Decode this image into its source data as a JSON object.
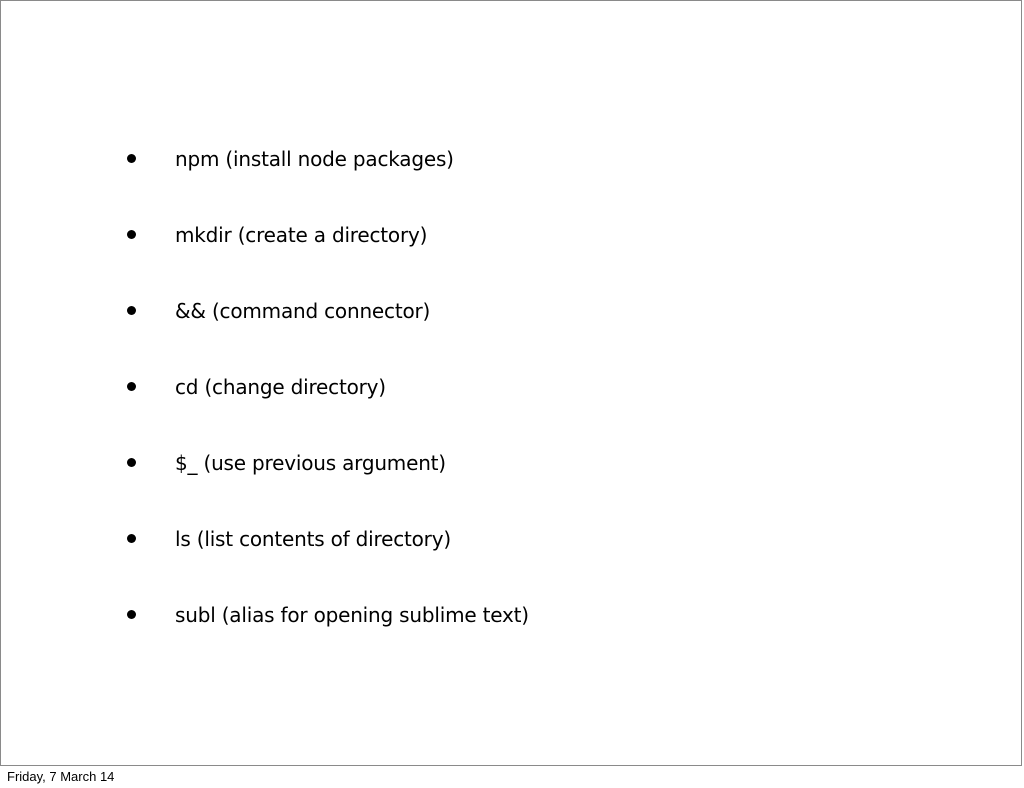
{
  "slide": {
    "bullets": [
      "npm (install node packages)",
      "mkdir (create a directory)",
      "&& (command connector)",
      "cd (change directory)",
      "$_ (use previous argument)",
      "ls (list contents of directory)",
      "subl (alias for opening sublime text)"
    ]
  },
  "footer": {
    "date": "Friday, 7 March 14"
  }
}
